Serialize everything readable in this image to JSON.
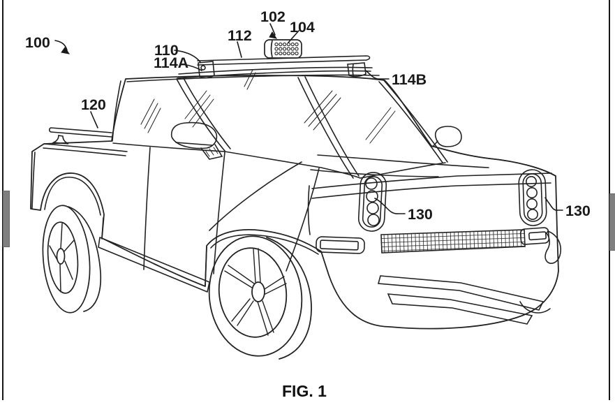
{
  "figure": {
    "caption": "FIG. 1",
    "labels": [
      {
        "id": "100",
        "text": "100"
      },
      {
        "id": "102",
        "text": "102"
      },
      {
        "id": "104",
        "text": "104"
      },
      {
        "id": "110",
        "text": "110"
      },
      {
        "id": "112",
        "text": "112"
      },
      {
        "id": "114A",
        "text": "114A"
      },
      {
        "id": "114B",
        "text": "114B"
      },
      {
        "id": "120",
        "text": "120"
      },
      {
        "id": "130L",
        "text": "130"
      },
      {
        "id": "130R",
        "text": "130"
      }
    ]
  },
  "colors": {
    "line": "#1f1f1f",
    "paper": "#ffffff",
    "page_edge": "#161616",
    "scroll_thumb": "#7f7f7f"
  }
}
